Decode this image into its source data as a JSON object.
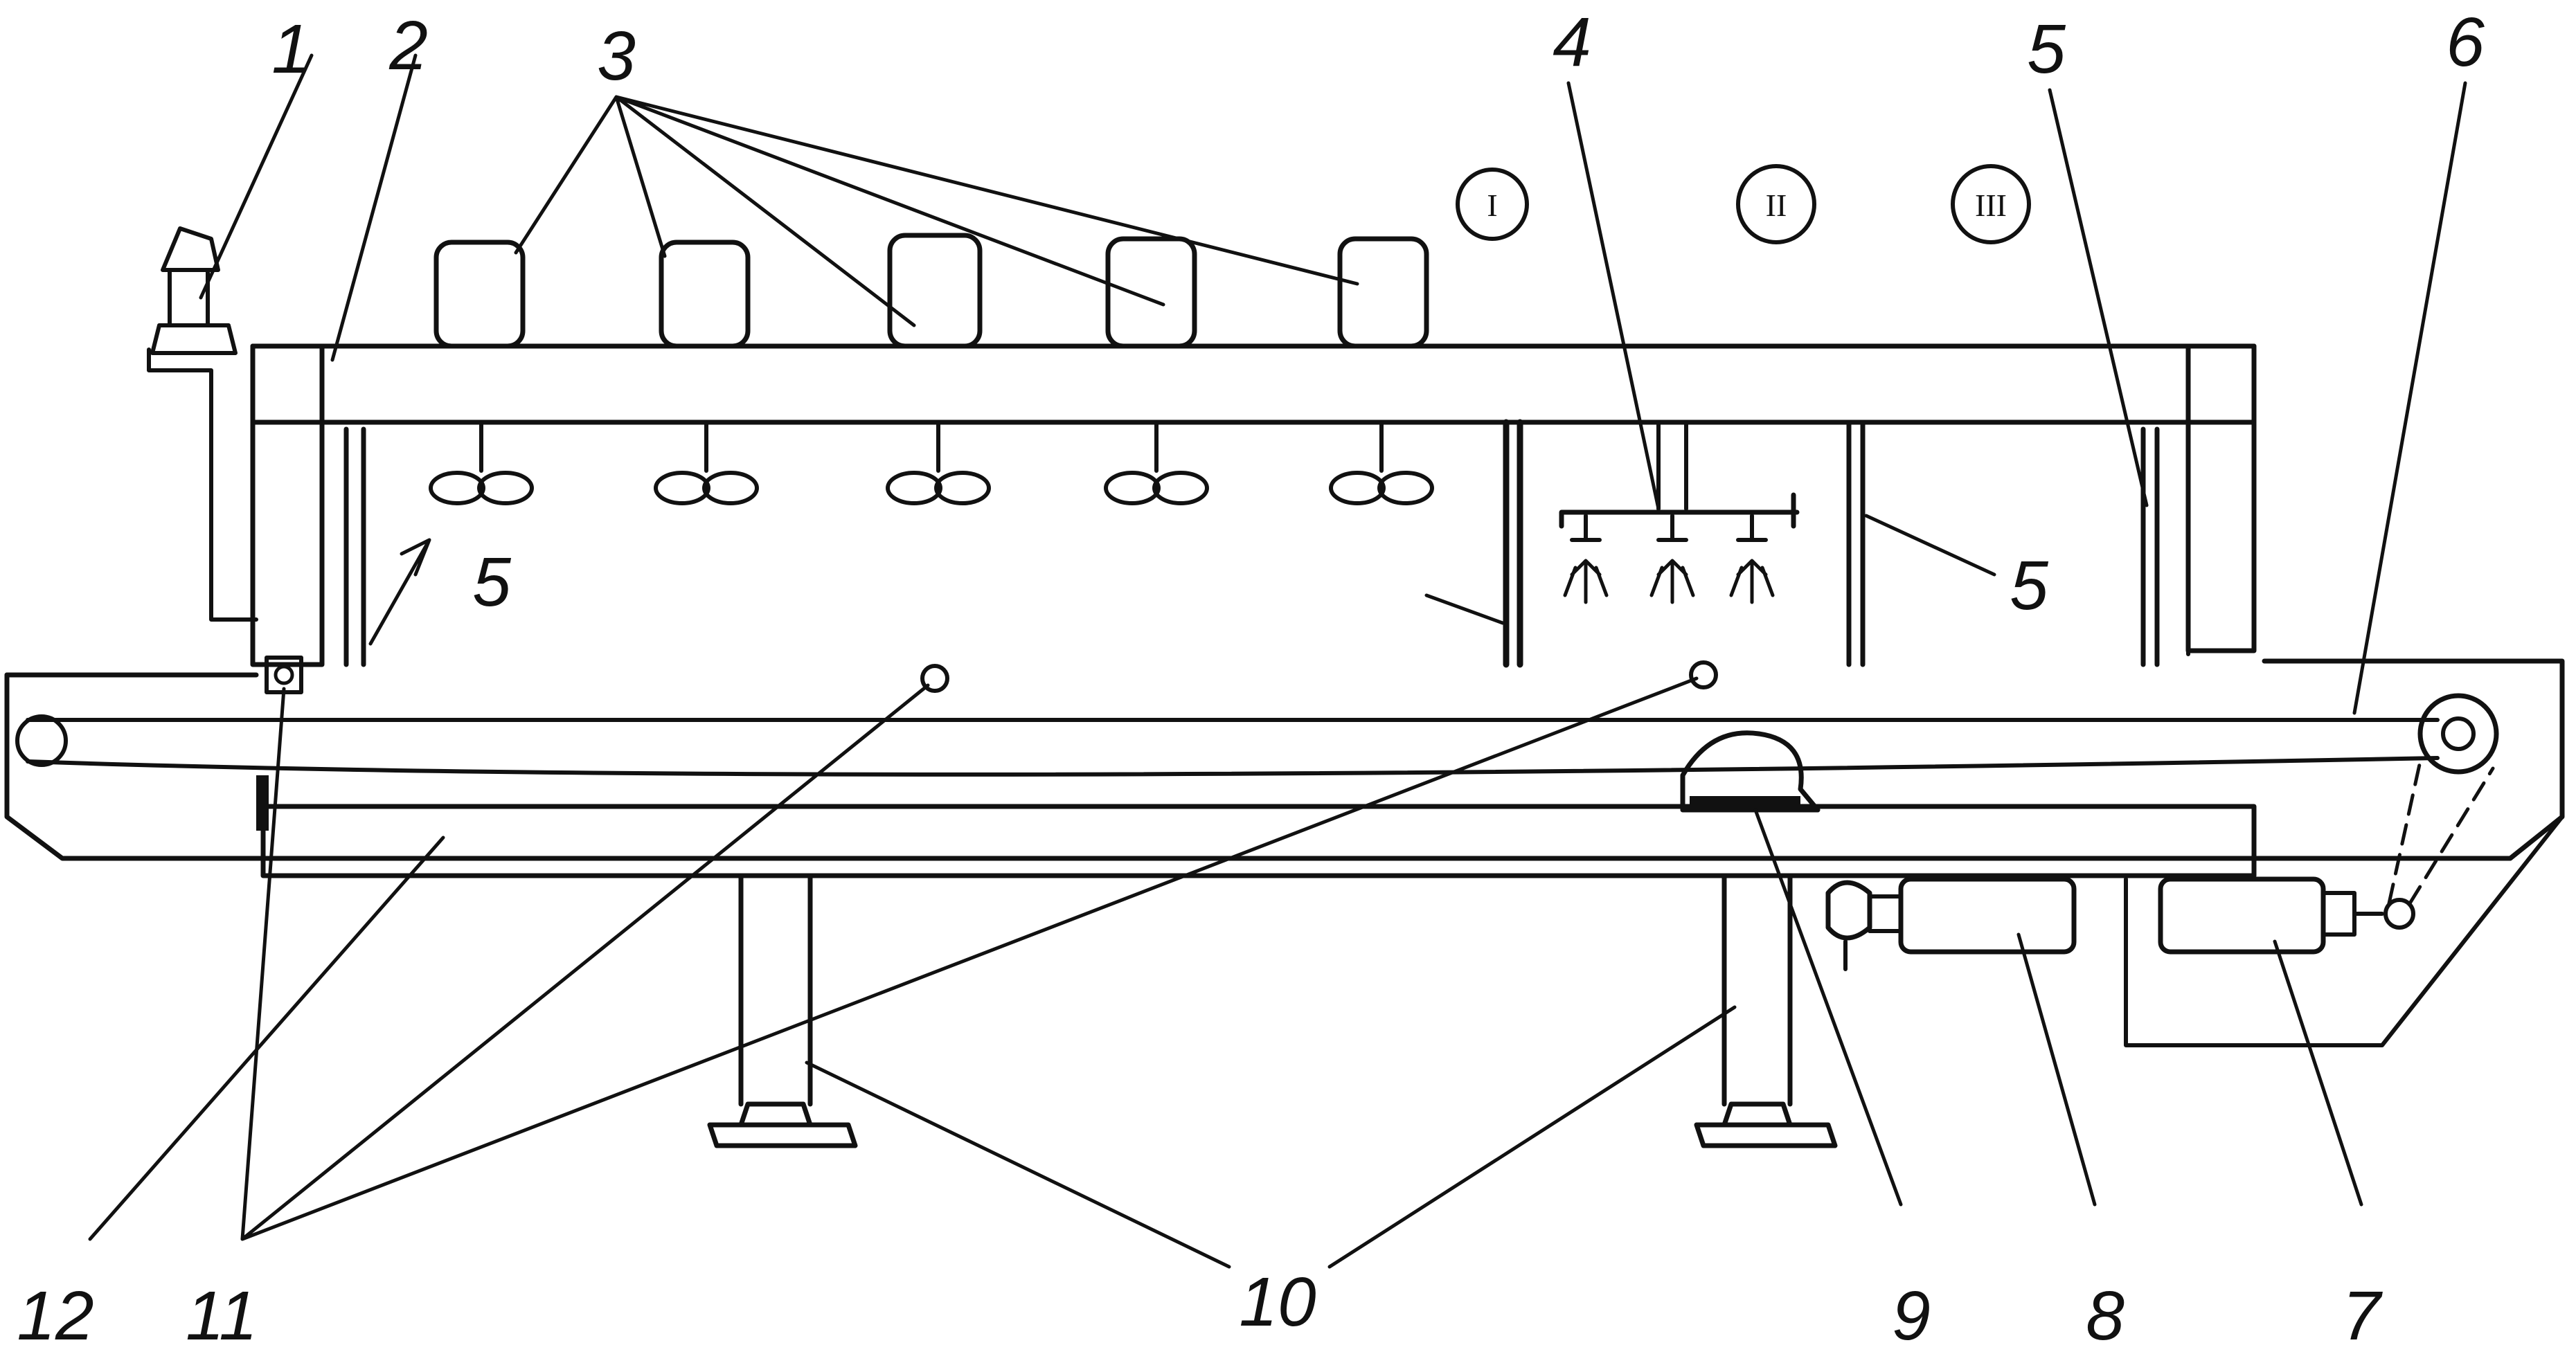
{
  "diagram": {
    "callouts": [
      "1",
      "2",
      "3",
      "4",
      "5",
      "5",
      "5",
      "6",
      "7",
      "8",
      "9",
      "10",
      "11",
      "12"
    ],
    "zones": [
      "I",
      "II",
      "III"
    ]
  }
}
